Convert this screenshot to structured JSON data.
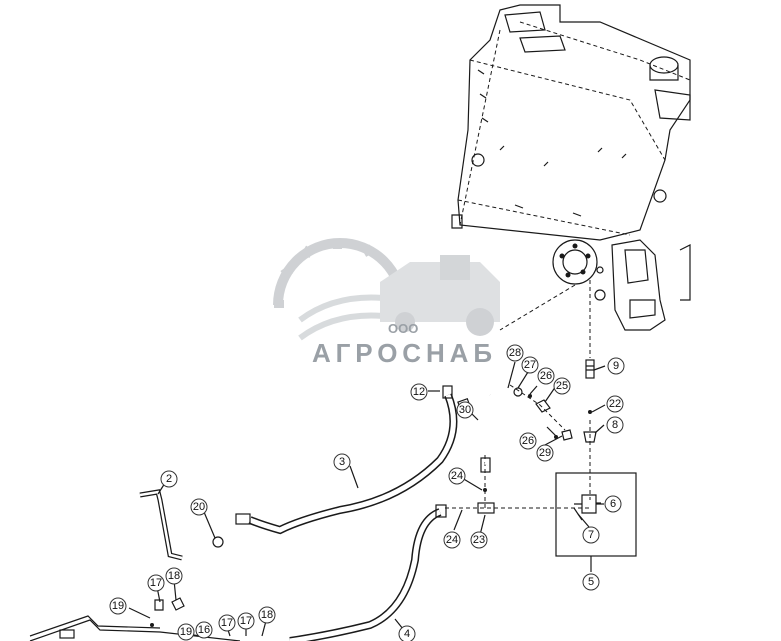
{
  "watermark": {
    "company_prefix": "ООО",
    "company_name": "АГРОСНАБ"
  },
  "callouts": [
    {
      "id": "c28",
      "text": "28"
    },
    {
      "id": "c27",
      "text": "27"
    },
    {
      "id": "c26a",
      "text": "26"
    },
    {
      "id": "c25",
      "text": "25"
    },
    {
      "id": "c26b",
      "text": "26"
    },
    {
      "id": "c29",
      "text": "29"
    },
    {
      "id": "c9",
      "text": "9"
    },
    {
      "id": "c22",
      "text": "22"
    },
    {
      "id": "c8",
      "text": "8"
    },
    {
      "id": "c12",
      "text": "12"
    },
    {
      "id": "c30",
      "text": "30"
    },
    {
      "id": "c3",
      "text": "3"
    },
    {
      "id": "c24a",
      "text": "24"
    },
    {
      "id": "c24b",
      "text": "24"
    },
    {
      "id": "c23",
      "text": "23"
    },
    {
      "id": "c6",
      "text": "6"
    },
    {
      "id": "c7",
      "text": "7"
    },
    {
      "id": "c5",
      "text": "5"
    },
    {
      "id": "c2",
      "text": "2"
    },
    {
      "id": "c20",
      "text": "20"
    },
    {
      "id": "c4",
      "text": "4"
    },
    {
      "id": "c19a",
      "text": "19"
    },
    {
      "id": "c17a",
      "text": "17"
    },
    {
      "id": "c18a",
      "text": "18"
    },
    {
      "id": "c19b",
      "text": "19"
    },
    {
      "id": "c16",
      "text": "16"
    },
    {
      "id": "c17b",
      "text": "17"
    },
    {
      "id": "c17c",
      "text": "17"
    },
    {
      "id": "c18b",
      "text": "18"
    }
  ]
}
